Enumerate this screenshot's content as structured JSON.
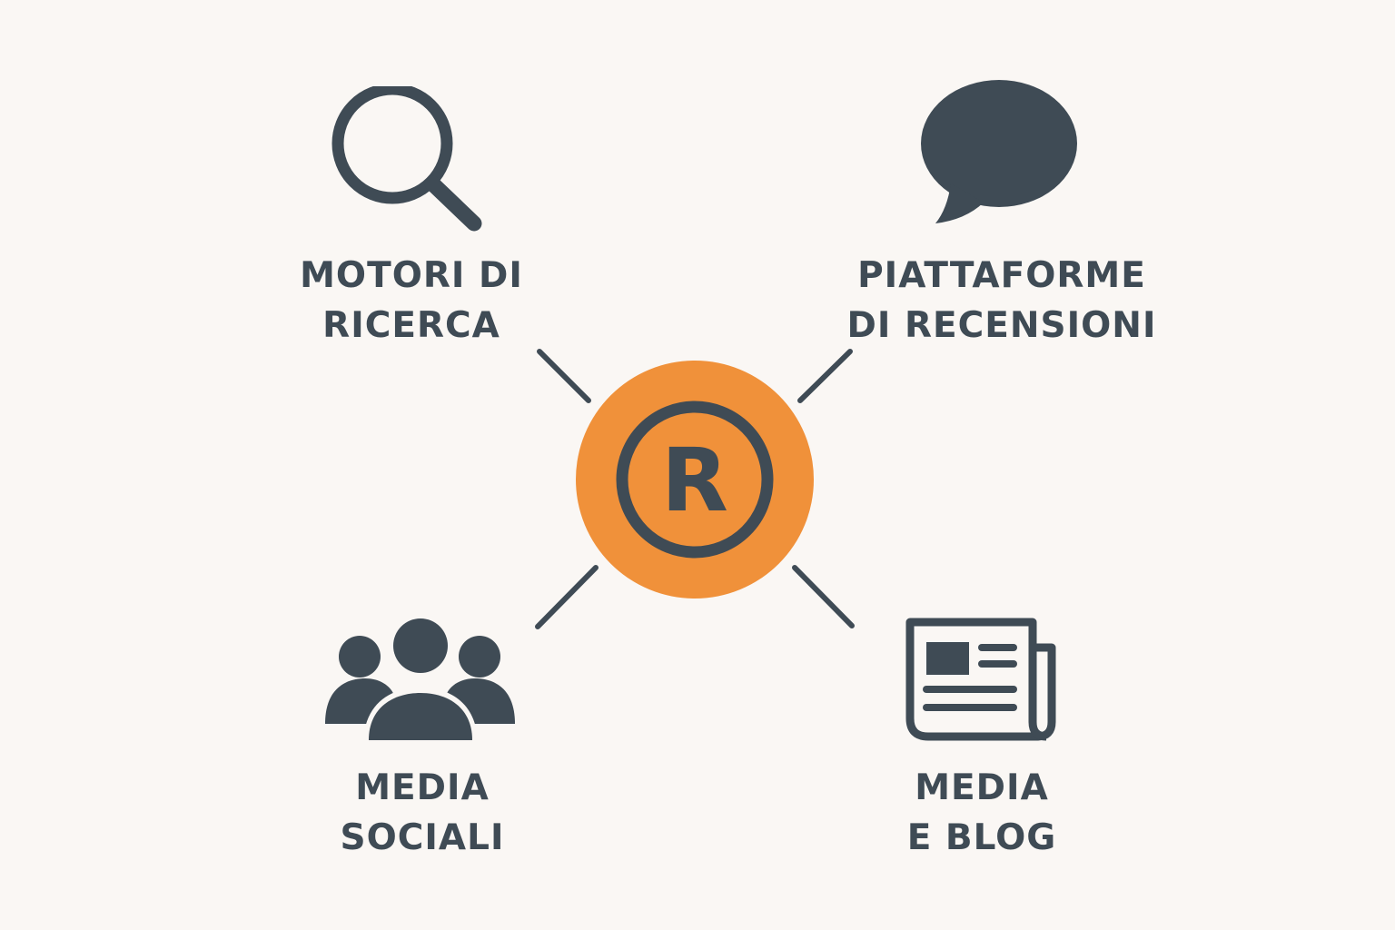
{
  "colors": {
    "background": "#faf7f4",
    "icon": "#3f4b55",
    "accent": "#f0913a"
  },
  "hub": {
    "icon": "registered-trademark-icon",
    "letter": "R"
  },
  "nodes": {
    "search": {
      "icon": "search-icon",
      "line1": "MOTORI DI",
      "line2": "RICERCA"
    },
    "reviews": {
      "icon": "speech-bubble-icon",
      "line1": "PIATTAFORME",
      "line2": "DI RECENSIONI"
    },
    "social": {
      "icon": "people-icon",
      "line1": "MEDIA",
      "line2": "SOCIALI"
    },
    "blog": {
      "icon": "newspaper-icon",
      "line1": "MEDIA",
      "line2": "E BLOG"
    }
  }
}
